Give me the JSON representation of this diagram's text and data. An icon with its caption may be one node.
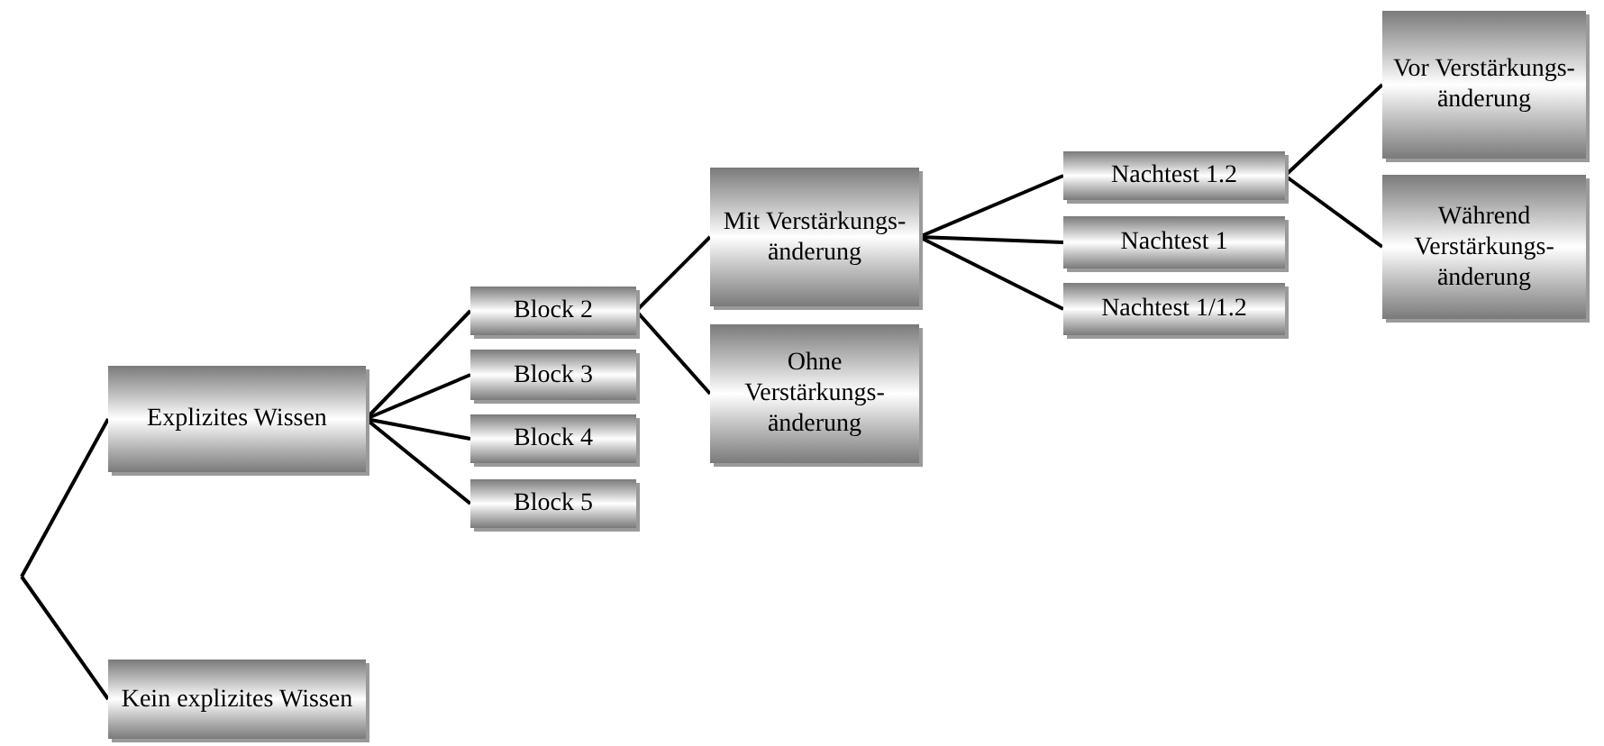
{
  "diagram": {
    "nodes": [
      {
        "text": [
          "Explizites Wissen"
        ]
      },
      {
        "text": [
          "Kein explizites Wissen"
        ]
      },
      {
        "text": [
          "Block 2"
        ]
      },
      {
        "text": [
          "Block 3"
        ]
      },
      {
        "text": [
          "Block 4"
        ]
      },
      {
        "text": [
          "Block 5"
        ]
      },
      {
        "text": [
          "Mit Verstärkungs-änderung"
        ]
      },
      {
        "text": [
          "Ohne Verstärkungs-änderung"
        ]
      },
      {
        "text": [
          "Nachtest 1.2"
        ]
      },
      {
        "text": [
          "Nachtest 1"
        ]
      },
      {
        "text": [
          "Nachtest 1/1.2"
        ]
      },
      {
        "text": [
          "Vor Verstärkungs-änderung"
        ]
      },
      {
        "text": [
          "Während Verstärkungs-änderung"
        ]
      }
    ],
    "edges": [
      {
        "from": null,
        "to": 0,
        "arrow": "none"
      },
      {
        "from": null,
        "to": 1,
        "arrow": "none"
      },
      {
        "from": 0,
        "to": 2,
        "arrow": "none"
      },
      {
        "from": 0,
        "to": 3,
        "arrow": "none"
      },
      {
        "from": 0,
        "to": 4,
        "arrow": "none"
      },
      {
        "from": 0,
        "to": 5,
        "arrow": "none"
      },
      {
        "from": 2,
        "to": 6,
        "arrow": "none"
      },
      {
        "from": 2,
        "to": 7,
        "arrow": "none"
      },
      {
        "from": 6,
        "to": 8,
        "arrow": "none"
      },
      {
        "from": 6,
        "to": 9,
        "arrow": "none"
      },
      {
        "from": 6,
        "to": 10,
        "arrow": "none"
      },
      {
        "from": 8,
        "to": 11,
        "arrow": "none"
      },
      {
        "from": 8,
        "to": 12,
        "arrow": "none"
      }
    ]
  }
}
